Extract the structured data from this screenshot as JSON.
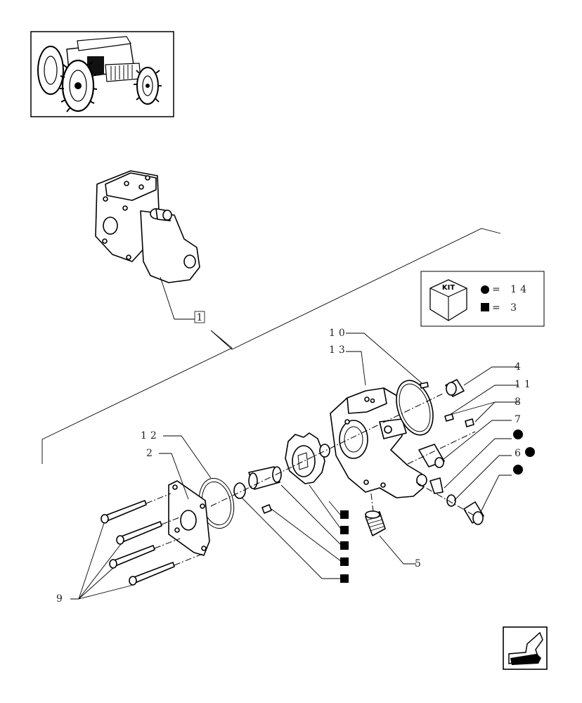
{
  "kit_legend": {
    "kit_label": "KIT",
    "circle_item": "= 14",
    "square_item": "= 3"
  },
  "references": {
    "assembly": "1"
  },
  "callouts": {
    "c2": "2",
    "c4": "4",
    "c5": "5",
    "c6": "6",
    "c7": "7",
    "c8": "8",
    "c9": "9",
    "c10": "10",
    "c11": "11",
    "c12": "12",
    "c13": "13"
  },
  "icons": {
    "tractor": "tractor-thumbnail-icon",
    "kit": "kit-box-icon",
    "nav": "previous-page-arrow-icon"
  }
}
